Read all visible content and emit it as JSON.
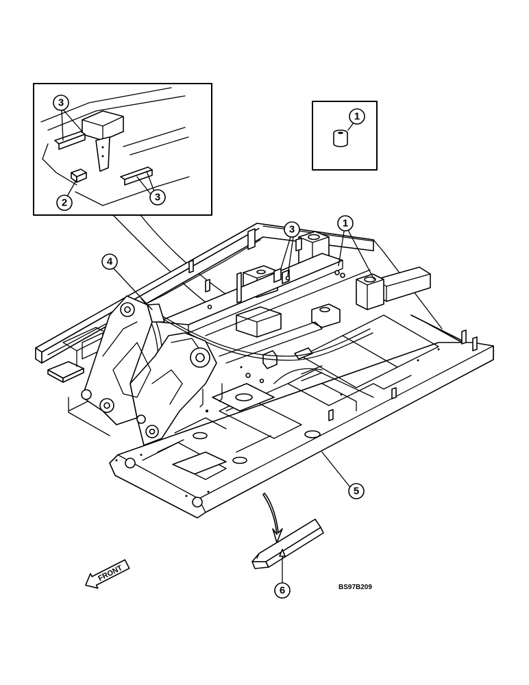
{
  "callouts": [
    {
      "id": "c-inset-3a",
      "label": "3"
    },
    {
      "id": "c-inset-2",
      "label": "2"
    },
    {
      "id": "c-inset-3b",
      "label": "3"
    },
    {
      "id": "c-detail-1",
      "label": "1"
    },
    {
      "id": "c-frame-3",
      "label": "3"
    },
    {
      "id": "c-frame-1",
      "label": "1"
    },
    {
      "id": "c-frame-4",
      "label": "4"
    },
    {
      "id": "c-frame-5",
      "label": "5"
    },
    {
      "id": "c-frame-6",
      "label": "6"
    }
  ],
  "direction_label": "FRONT",
  "reference_code": "BS97B209"
}
